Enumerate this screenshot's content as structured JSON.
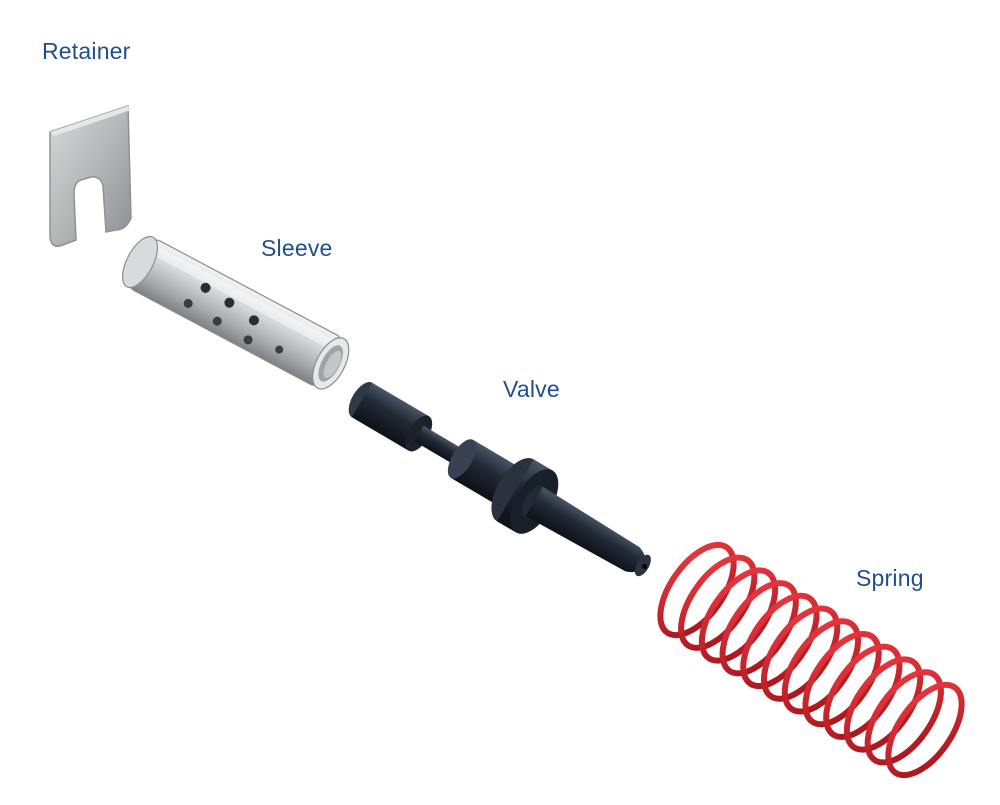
{
  "labels": {
    "retainer": "Retainer",
    "sleeve": "Sleeve",
    "valve": "Valve",
    "spring": "Spring"
  },
  "colors": {
    "label_text": "#1f4f8f",
    "background": "#ffffff",
    "retainer_metal": "#b7b9bc",
    "sleeve_metal": "#c9cbce",
    "valve_body": "#1c2431",
    "spring_coil": "#d0202a"
  },
  "icons": {
    "retainer": "retainer-clip-icon",
    "sleeve": "sleeve-tube-icon",
    "valve": "valve-piston-icon",
    "spring": "coil-spring-icon"
  }
}
